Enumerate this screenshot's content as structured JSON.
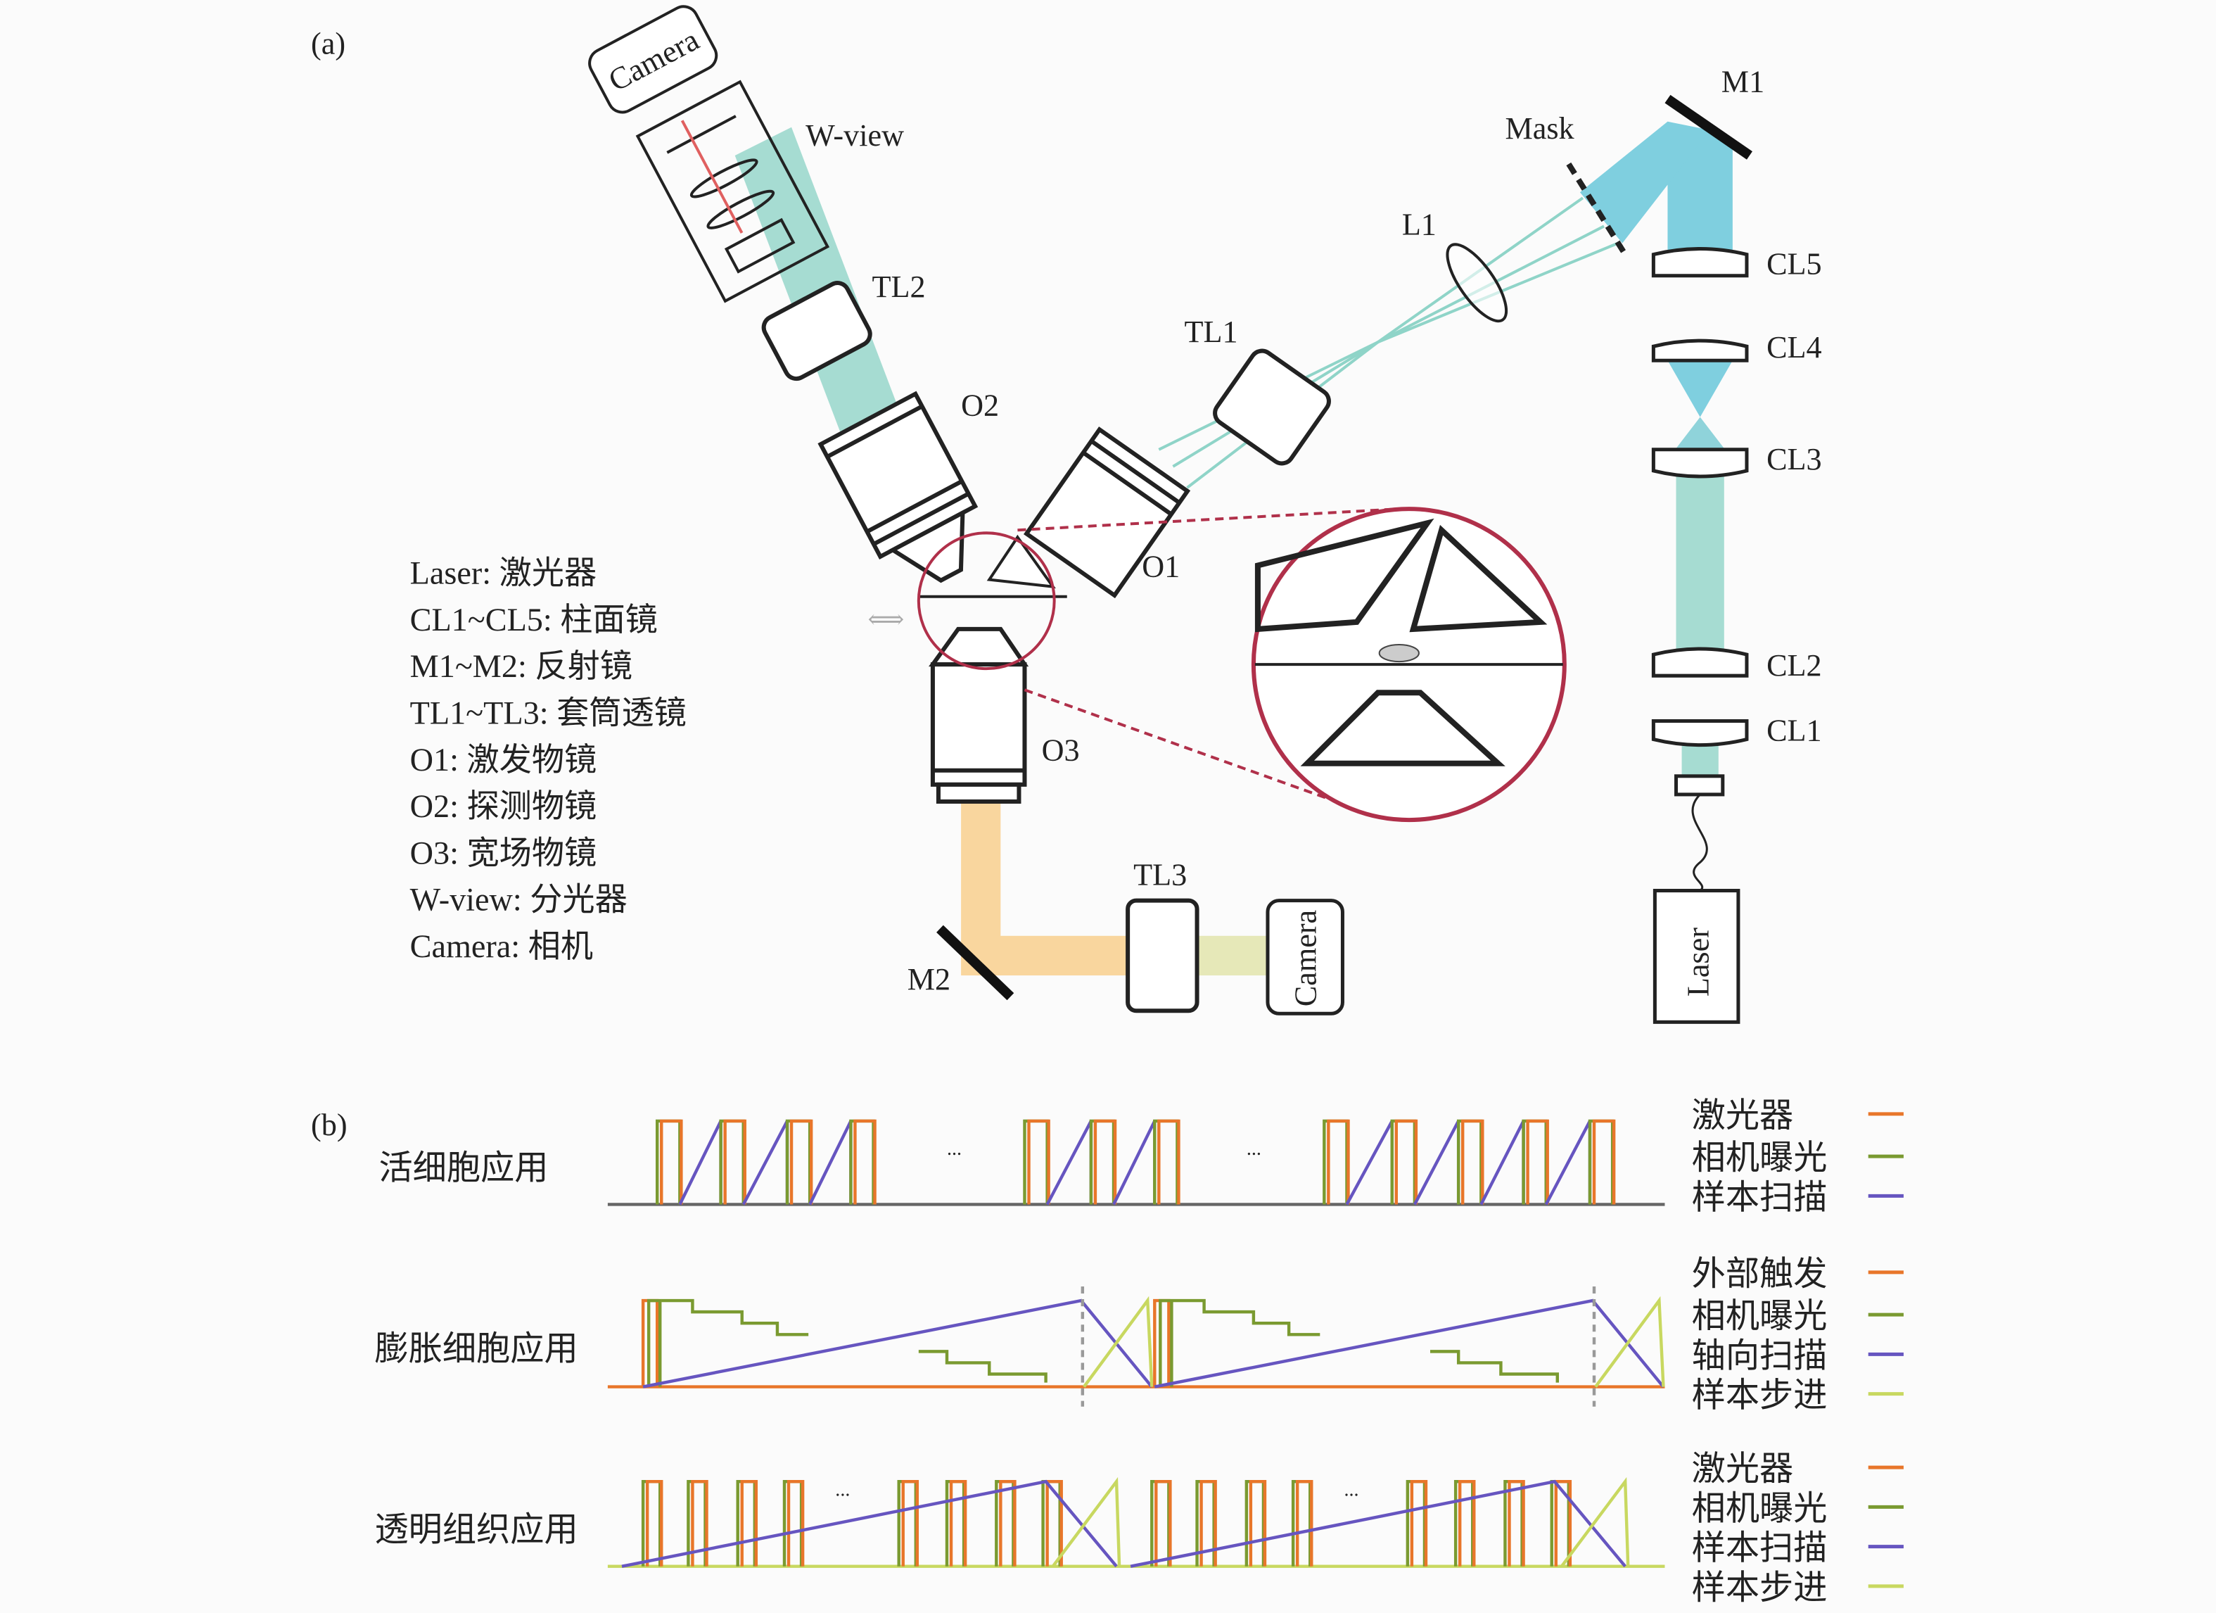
{
  "panel_a": {
    "tag": "(a)",
    "labels": {
      "camera_top": "Camera",
      "wview": "W-view",
      "tl2": "TL2",
      "o2": "O2",
      "o1": "O1",
      "tl1": "TL1",
      "l1": "L1",
      "mask": "Mask",
      "m1": "M1",
      "cl5": "CL5",
      "cl4": "CL4",
      "cl3": "CL3",
      "cl2": "CL2",
      "cl1": "CL1",
      "laser": "Laser",
      "o3": "O3",
      "m2": "M2",
      "tl3": "TL3",
      "camera_bottom": "Camera"
    },
    "legend": [
      "Laser: 激光器",
      "CL1~CL5: 柱面镜",
      "M1~M2: 反射镜",
      "TL1~TL3: 套筒透镜",
      "O1: 激发物镜",
      "O2: 探测物镜",
      "O3: 宽场物镜",
      "W-view: 分光器",
      "Camera: 相机"
    ]
  },
  "panel_b": {
    "tag": "(b)",
    "ellipsis": "...",
    "rows": [
      {
        "title": "活细胞应用",
        "legend": [
          {
            "label": "激光器",
            "color": "#e8762a"
          },
          {
            "label": "相机曝光",
            "color": "#7a9a30"
          },
          {
            "label": "样本扫描",
            "color": "#6655c0"
          }
        ]
      },
      {
        "title": "膨胀细胞应用",
        "legend": [
          {
            "label": "外部触发",
            "color": "#e8762a"
          },
          {
            "label": "相机曝光",
            "color": "#7a9a30"
          },
          {
            "label": "轴向扫描",
            "color": "#6655c0"
          },
          {
            "label": "样本步进",
            "color": "#c8d860"
          }
        ]
      },
      {
        "title": "透明组织应用",
        "legend": [
          {
            "label": "激光器",
            "color": "#e8762a"
          },
          {
            "label": "相机曝光",
            "color": "#7a9a30"
          },
          {
            "label": "样本扫描",
            "color": "#6655c0"
          },
          {
            "label": "样本步进",
            "color": "#c8d860"
          }
        ]
      }
    ]
  },
  "colors": {
    "beam_teal": "#a6dcd2",
    "beam_cyan": "#7fcfdf",
    "beam_orange": "#f9d69e",
    "beam_yellow": "#e6e8b8",
    "zoom_circle": "#b0304a"
  }
}
